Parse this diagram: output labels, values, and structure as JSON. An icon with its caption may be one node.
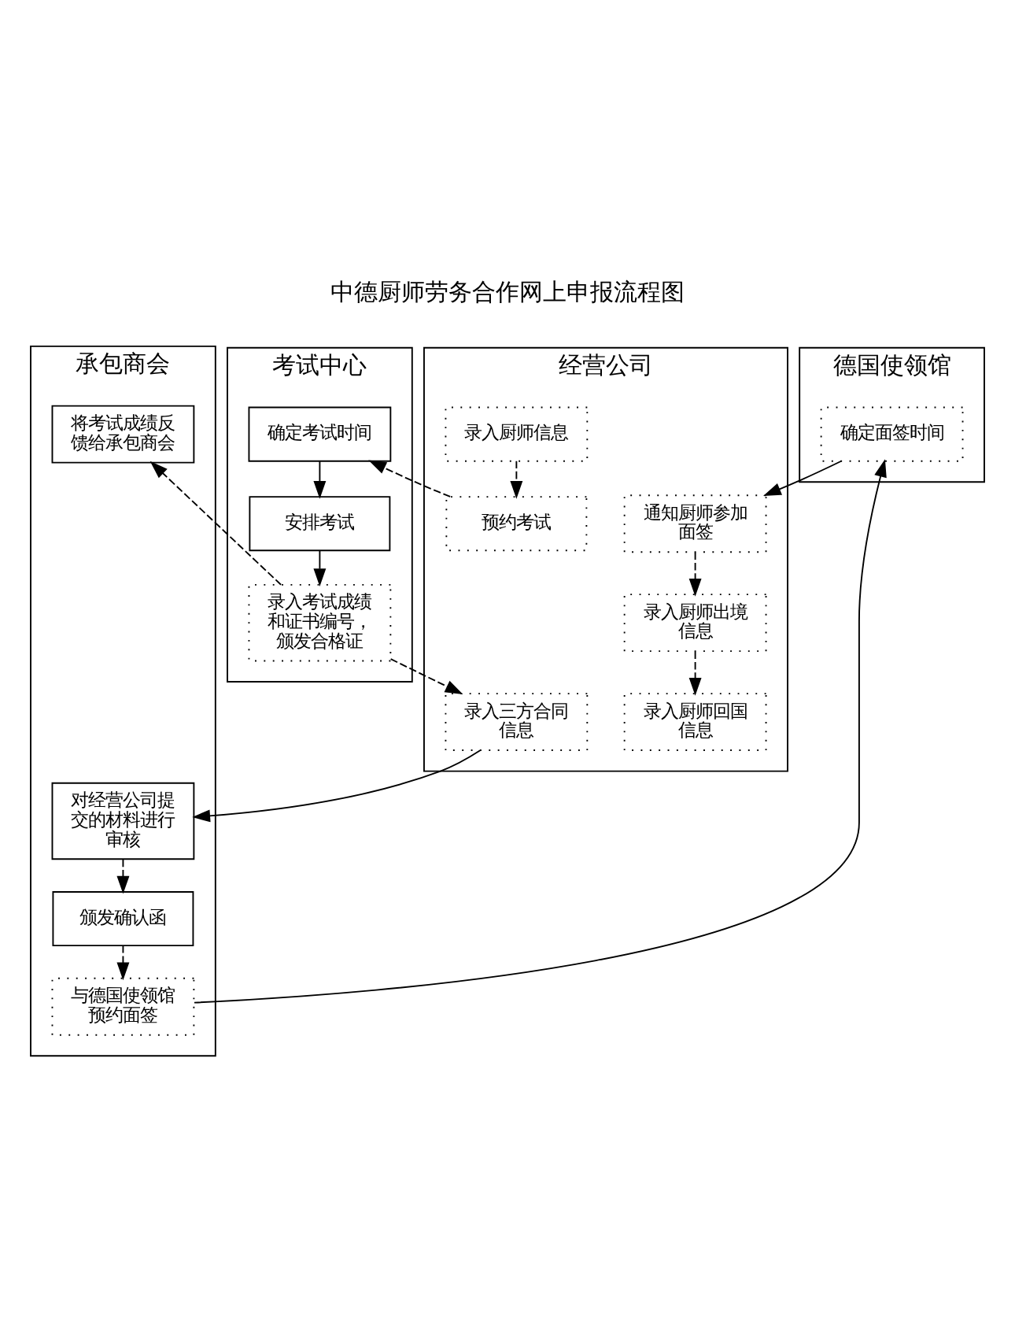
{
  "diagram": {
    "title": "中德厨师劳务合作网上申报流程图",
    "nodes": [
      {
        "text": [
          "经营公司"
        ]
      },
      {
        "text": [
          "考试中心"
        ]
      },
      {
        "text": [
          "承包商会"
        ]
      },
      {
        "text": [
          "德国使领馆"
        ]
      },
      {
        "text": [
          "录入厨师信息"
        ],
        "in": 0
      },
      {
        "text": [
          "预约考试"
        ],
        "in": 0
      },
      {
        "text": [
          "录入三方合同信息"
        ],
        "in": 0
      },
      {
        "text": [
          "通知厨师参加面签"
        ],
        "in": 0
      },
      {
        "text": [
          "录入厨师出境信息"
        ],
        "in": 0
      },
      {
        "text": [
          "录入厨师回国信息"
        ],
        "in": 0
      },
      {
        "text": [
          "确定考试时间"
        ],
        "in": 1
      },
      {
        "text": [
          "安排考试"
        ],
        "in": 1
      },
      {
        "text": [
          "录入考试成绩和证书编号，颁发合格证"
        ],
        "in": 1
      },
      {
        "text": [
          "将考试成绩反馈给承包商会"
        ],
        "in": 2
      },
      {
        "text": [
          "对经营公司提交的材料进行审核"
        ],
        "in": 2
      },
      {
        "text": [
          "颁发确认函"
        ],
        "in": 2
      },
      {
        "text": [
          "与德国使领馆预约面签"
        ],
        "in": 2
      },
      {
        "text": [
          "确定面签时间"
        ],
        "in": 3
      }
    ],
    "edges": [
      {
        "from": 4,
        "to": 5,
        "arrow": "to",
        "style": "dashed"
      },
      {
        "from": 5,
        "to": 10,
        "arrow": "to",
        "style": "dashed"
      },
      {
        "from": 10,
        "to": 11,
        "arrow": "to"
      },
      {
        "from": 11,
        "to": 12,
        "arrow": "to"
      },
      {
        "from": 12,
        "to": 13,
        "arrow": "to",
        "style": "dashed"
      },
      {
        "from": 12,
        "to": 6,
        "arrow": "to",
        "style": "dashed"
      },
      {
        "from": 6,
        "to": 14,
        "arrow": "to"
      },
      {
        "from": 14,
        "to": 15,
        "arrow": "to",
        "style": "dashed"
      },
      {
        "from": 15,
        "to": 16,
        "arrow": "to",
        "style": "dashed"
      },
      {
        "from": 16,
        "to": 17,
        "arrow": "to"
      },
      {
        "from": 17,
        "to": 7,
        "arrow": "to"
      },
      {
        "from": 7,
        "to": 8,
        "arrow": "to",
        "style": "dashed"
      },
      {
        "from": 8,
        "to": 9,
        "arrow": "to",
        "style": "dashed"
      }
    ]
  }
}
